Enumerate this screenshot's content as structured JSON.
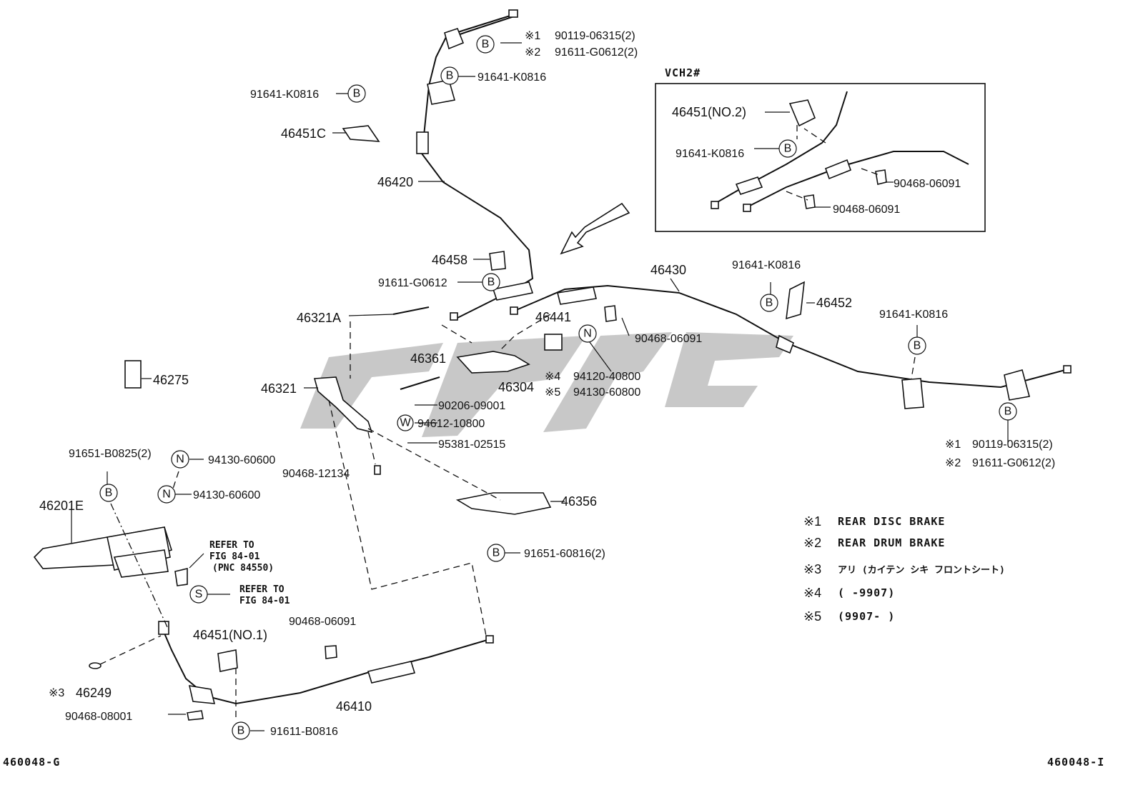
{
  "labels": {
    "p46420": "46420",
    "p46451c": "46451C",
    "p91641_top_left": "91641-K0816",
    "p91641_top_mid": "91641-K0816",
    "p46458": "46458",
    "p91611_g0612": "91611-G0612",
    "p46321a": "46321A",
    "p46321": "46321",
    "p46361": "46361",
    "p46441": "46441",
    "p46304": "46304",
    "p46430": "46430",
    "p90468_06091_mid": "90468-06091",
    "p94120": "94120-40800",
    "p94130_60800": "94130-60800",
    "p90206": "90206-09001",
    "p94612": "94612-10800",
    "p95381": "95381-02515",
    "p90468_12134": "90468-12134",
    "p46356": "46356",
    "p91651_60816": "91651-60816(2)",
    "p46275": "46275",
    "p91651_b0825": "91651-B0825(2)",
    "p94130_60600_a": "94130-60600",
    "p94130_60600_b": "94130-60600",
    "p46201e": "46201E",
    "p90468_06091_low": "90468-06091",
    "p46451_no1": "46451(NO.1)",
    "p46249": "46249",
    "p90468_08001": "90468-08001",
    "p46410": "46410",
    "p91611_b0816": "91611-B0816",
    "p91641_right_a": "91641-K0816",
    "p46452": "46452",
    "p91641_right_b": "91641-K0816",
    "top_note1_part": "90119-06315(2)",
    "top_note2_part": "91611-G0612(2)",
    "right_note1_part": "90119-06315(2)",
    "right_note2_part": "91611-G0612(2)",
    "mark1": "※1",
    "mark2": "※2",
    "mark3": "※3",
    "mark4": "※4",
    "mark5": "※5"
  },
  "callouts": {
    "refer1_line1": "REFER TO",
    "refer1_line2": "FIG 84-01",
    "refer1_line3": "(PNC 84550)",
    "refer2_line1": "REFER TO",
    "refer2_line2": "FIG 84-01"
  },
  "inset": {
    "title": "VCH2#",
    "p46451_no2": "46451(NO.2)",
    "p91641": "91641-K0816",
    "p90468_a": "90468-06091",
    "p90468_b": "90468-06091"
  },
  "legend": [
    {
      "mark": "※1",
      "text": "REAR DISC BRAKE"
    },
    {
      "mark": "※2",
      "text": "REAR DRUM BRAKE"
    },
    {
      "mark": "※3",
      "text": "アリ (カイテン シキ フロントシート)"
    },
    {
      "mark": "※4",
      "text": "(      -9907)"
    },
    {
      "mark": "※5",
      "text": "(9907-      )"
    }
  ],
  "circle_letters": {
    "b": "B",
    "n": "N",
    "w": "W",
    "s": "S"
  },
  "footer": {
    "left_code": "460048-G",
    "right_code": "460048-I"
  }
}
